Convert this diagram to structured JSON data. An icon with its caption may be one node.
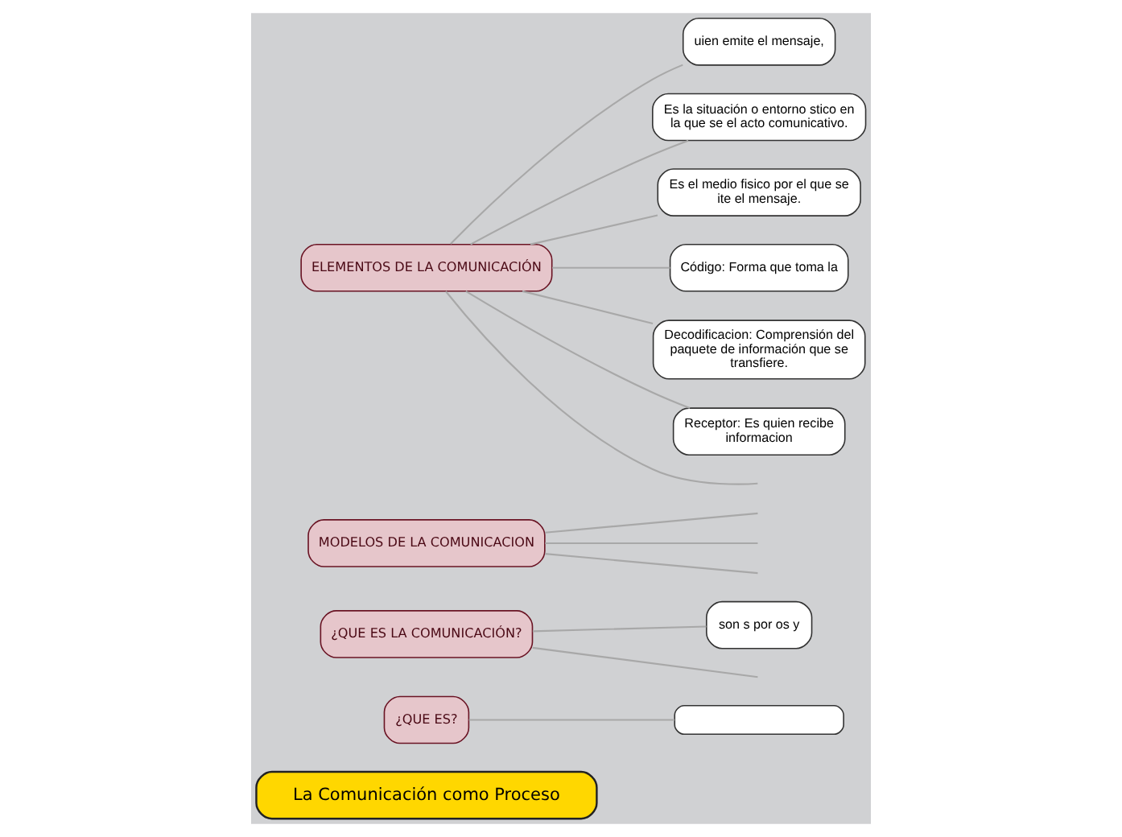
{
  "diagram": {
    "nodes": [
      {
        "text": [
          "La Comunicación como Proceso"
        ]
      },
      {
        "text": [
          "¿QUE ES?"
        ]
      },
      {
        "text": [],
        "shape": "box"
      },
      {
        "text": [
          "¿QUE ES LA COMUNICACIÓN?"
        ]
      },
      {
        "text": [
          "son s por os y"
        ]
      },
      {
        "text": [
          "MODELOS DE LA COMUNICACION"
        ]
      },
      {
        "text": [
          "ELEMENTOS DE LA COMUNICACIÓN"
        ]
      },
      {
        "text": [
          "uien emite el mensaje,"
        ]
      },
      {
        "text": [
          "Es la situación o entorno stico en la que se el acto comunicativo."
        ]
      },
      {
        "text": [
          "Es el medio fisico por el que se ite el mensaje."
        ]
      },
      {
        "text": [
          "Código: Forma que toma la"
        ]
      },
      {
        "text": [
          "Decodificacion: Comprensión del paquete de información que se transfiere."
        ]
      },
      {
        "text": [
          "Receptor: Es quien recibe informacion"
        ]
      }
    ],
    "edges": [
      {
        "from": 1,
        "to": 2,
        "arrow": "none"
      },
      {
        "from": 3,
        "to": null,
        "arrow": "none"
      },
      {
        "from": 3,
        "to": 4,
        "arrow": "none"
      },
      {
        "from": 5,
        "to": null,
        "arrow": "none"
      },
      {
        "from": 5,
        "to": null,
        "arrow": "none"
      },
      {
        "from": 5,
        "to": null,
        "arrow": "none"
      },
      {
        "from": 6,
        "to": 7,
        "arrow": "none"
      },
      {
        "from": 6,
        "to": 8,
        "arrow": "none"
      },
      {
        "from": 6,
        "to": 9,
        "arrow": "none"
      },
      {
        "from": 6,
        "to": 10,
        "arrow": "none"
      },
      {
        "from": 6,
        "to": 11,
        "arrow": "none"
      },
      {
        "from": 6,
        "to": 12,
        "arrow": "none"
      },
      {
        "from": 6,
        "to": null,
        "arrow": "none"
      }
    ]
  }
}
